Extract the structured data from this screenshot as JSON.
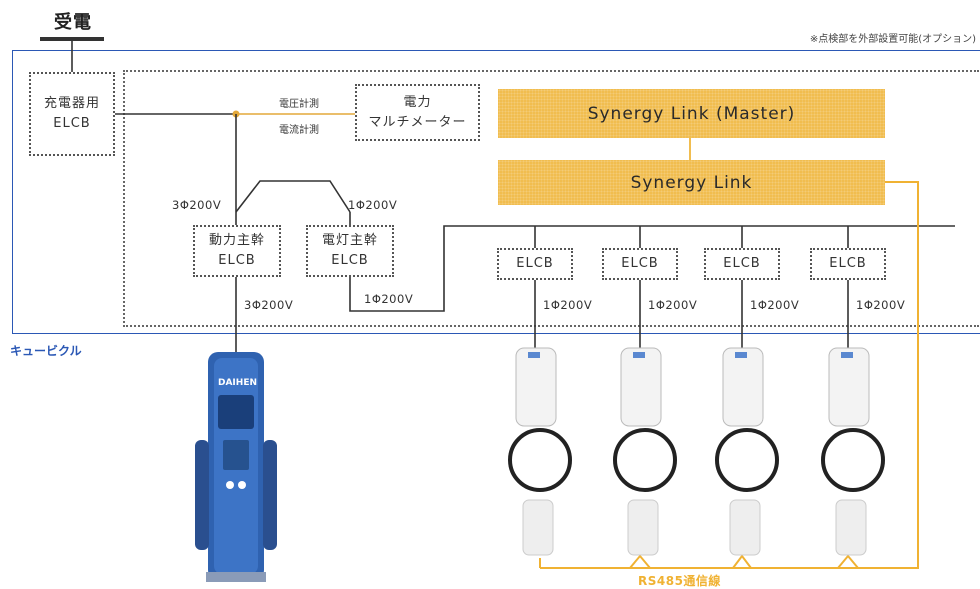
{
  "title": "受電",
  "option_note": "※点検部を外部設置可能(オプション)",
  "cubicle_label": "キュービクル",
  "rs485_label": "RS485通信線",
  "boxes": {
    "charger_elcb": [
      "充電器用",
      "ELCB"
    ],
    "power_meter": [
      "電力",
      "マルチメーター"
    ],
    "power_main": [
      "動力主幹",
      "ELCB"
    ],
    "light_main": [
      "電灯主幹",
      "ELCB"
    ],
    "elcb_small": "ELCB"
  },
  "synergy": {
    "master": "Synergy Link (Master)",
    "slave": "Synergy Link"
  },
  "labels": {
    "voltage_measure": "電圧計測",
    "current_measure": "電流計測",
    "v3_left": "3Φ200V",
    "v1_right": "1Φ200V",
    "v3_bottom": "3Φ200V",
    "v1_bottom": "1Φ200V",
    "v1_branch": "1Φ200V"
  },
  "devices": {
    "dc_charger_brand": "DAIHEN"
  },
  "colors": {
    "accent_blue": "#2b58b5",
    "synergy_orange": "#f1bd4f",
    "rs485_orange": "#f0b233"
  }
}
